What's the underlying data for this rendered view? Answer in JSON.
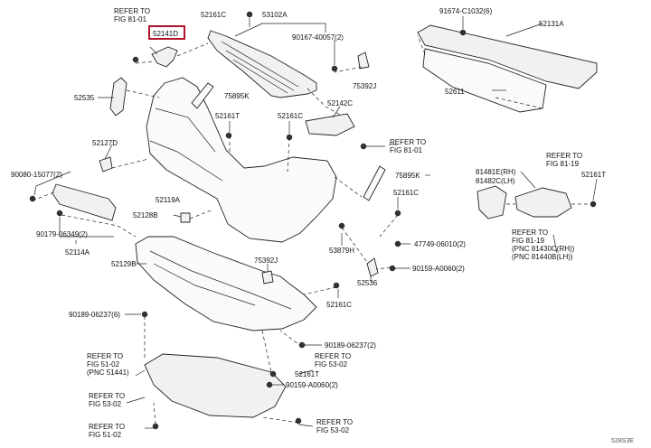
{
  "diagram": {
    "watermark": "528S3E",
    "labels": [
      {
        "id": "refer-fig-81-01-top",
        "lines": [
          "REFER TO",
          "FIG 81-01"
        ]
      },
      {
        "id": "52141D",
        "lines": [
          "52141D"
        ],
        "highlight": true
      },
      {
        "id": "52161C-a",
        "lines": [
          "52161C"
        ]
      },
      {
        "id": "53102A",
        "lines": [
          "53102A"
        ]
      },
      {
        "id": "90167-40057",
        "lines": [
          "90167-40057(2)"
        ]
      },
      {
        "id": "75392J-a",
        "lines": [
          "75392J"
        ]
      },
      {
        "id": "91674-C1032",
        "lines": [
          "91674-C1032(6)"
        ]
      },
      {
        "id": "52131A",
        "lines": [
          "52131A"
        ]
      },
      {
        "id": "52611",
        "lines": [
          "52611"
        ]
      },
      {
        "id": "52535",
        "lines": [
          "52535"
        ]
      },
      {
        "id": "75895K-a",
        "lines": [
          "75895K"
        ]
      },
      {
        "id": "52161T-a",
        "lines": [
          "52161T"
        ]
      },
      {
        "id": "52161C-b",
        "lines": [
          "52161C"
        ]
      },
      {
        "id": "52142C",
        "lines": [
          "52142C"
        ]
      },
      {
        "id": "refer-fig-81-01-mid",
        "lines": [
          "REFER TO",
          "FIG 81-01"
        ]
      },
      {
        "id": "52127D",
        "lines": [
          "52127D"
        ]
      },
      {
        "id": "90080-15077",
        "lines": [
          "90080-15077(2)"
        ]
      },
      {
        "id": "75895K-b",
        "lines": [
          "75895K"
        ]
      },
      {
        "id": "52161C-c",
        "lines": [
          "52161C"
        ]
      },
      {
        "id": "refer-fig-81-19-a",
        "lines": [
          "REFER TO",
          "FIG 81-19"
        ]
      },
      {
        "id": "81481E",
        "lines": [
          "81481E(RH)",
          "81482C(LH)"
        ]
      },
      {
        "id": "52161T-b",
        "lines": [
          "52161T"
        ]
      },
      {
        "id": "52119A",
        "lines": [
          "52119A"
        ]
      },
      {
        "id": "52128B",
        "lines": [
          "52128B"
        ]
      },
      {
        "id": "90179-06349",
        "lines": [
          "90179-06349(2)"
        ]
      },
      {
        "id": "53879H",
        "lines": [
          "53879H"
        ]
      },
      {
        "id": "47749-06010",
        "lines": [
          "47749-06010(2)"
        ]
      },
      {
        "id": "refer-fig-81-19-b",
        "lines": [
          "REFER TO",
          "FIG 81-19",
          "(PNC 81430C(RH))",
          "(PNC 81440B(LH))"
        ]
      },
      {
        "id": "52114A",
        "lines": [
          "52114A"
        ]
      },
      {
        "id": "52129B",
        "lines": [
          "52129B"
        ]
      },
      {
        "id": "75392J-b",
        "lines": [
          "75392J"
        ]
      },
      {
        "id": "90159-A0060-a",
        "lines": [
          "90159-A0060(2)"
        ]
      },
      {
        "id": "52536",
        "lines": [
          "52536"
        ]
      },
      {
        "id": "52161C-d",
        "lines": [
          "52161C"
        ]
      },
      {
        "id": "90189-06237-a",
        "lines": [
          "90189-06237(6)"
        ]
      },
      {
        "id": "90189-06237-b",
        "lines": [
          "90189-06237(2)"
        ]
      },
      {
        "id": "refer-fig-51-02-a",
        "lines": [
          "REFER TO",
          "FIG 51-02",
          "(PNC 51441)"
        ]
      },
      {
        "id": "refer-fig-53-02-a",
        "lines": [
          "REFER TO",
          "FIG 53-02"
        ]
      },
      {
        "id": "52161T-c",
        "lines": [
          "52161T"
        ]
      },
      {
        "id": "90159-A0060-b",
        "lines": [
          "90159-A0060(2)"
        ]
      },
      {
        "id": "refer-fig-53-02-b",
        "lines": [
          "REFER TO",
          "FIG 53-02"
        ]
      },
      {
        "id": "refer-fig-51-02-b",
        "lines": [
          "REFER TO",
          "FIG 51-02"
        ]
      },
      {
        "id": "refer-fig-53-02-c",
        "lines": [
          "REFER TO",
          "FIG 53-02"
        ]
      }
    ]
  }
}
